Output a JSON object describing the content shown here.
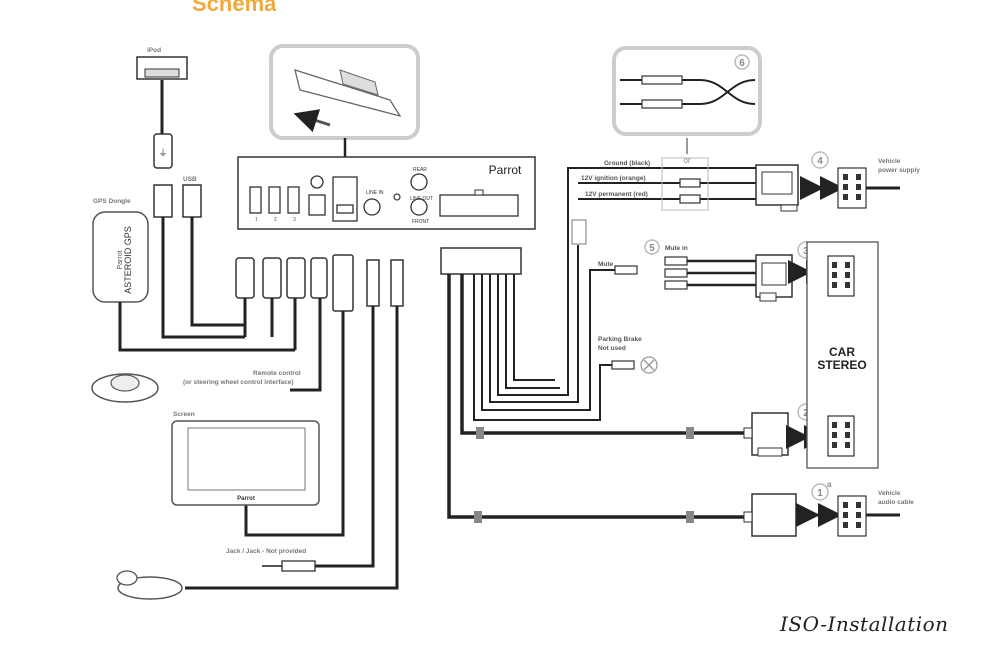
{
  "header": {
    "title_fragment": "Schema"
  },
  "caption": "ISO-Installation",
  "labels": {
    "ipod": "iPod",
    "usb": "USB",
    "gps_dongle": "GPS Dongle",
    "gps_brand": "Parrot",
    "gps_model": "ASTEROID GPS",
    "remote_control": "Remote control",
    "remote_control_note": "(or steering wheel control interface)",
    "screen": "Screen",
    "screen_brand": "Parrot",
    "jack_note": "Jack / Jack - Not provided",
    "unit_brand": "Parrot",
    "unit_line_in": "LINE IN",
    "unit_rear": "REAR",
    "unit_line_out": "LINE OUT",
    "unit_front": "FRONT",
    "usb_port_1": "1",
    "usb_port_2": "2",
    "usb_port_3": "3",
    "ground": "Ground (black)",
    "ignition": "12V ignition (orange)",
    "permanent": "12V permanent (red)",
    "mute": "Mute",
    "mute_in": "Mute in",
    "parking_brake": "Parking Brake",
    "parking_brake_note": "Not used",
    "or": "or",
    "car_stereo_line1": "CAR",
    "car_stereo_line2": "STEREO",
    "vehicle_power": "Vehicle",
    "vehicle_power_2": "power supply",
    "vehicle_audio": "Vehicle",
    "vehicle_audio_2": "audio cable"
  },
  "steps": {
    "s1": "1",
    "s1a": "a",
    "s2": "2",
    "s3": "3",
    "s4": "4",
    "s5": "5",
    "s6": "6"
  },
  "colors": {
    "accent": "#f2a93b",
    "wire": "#222222",
    "gray_line": "#999999",
    "box_border": "#cccccc"
  }
}
